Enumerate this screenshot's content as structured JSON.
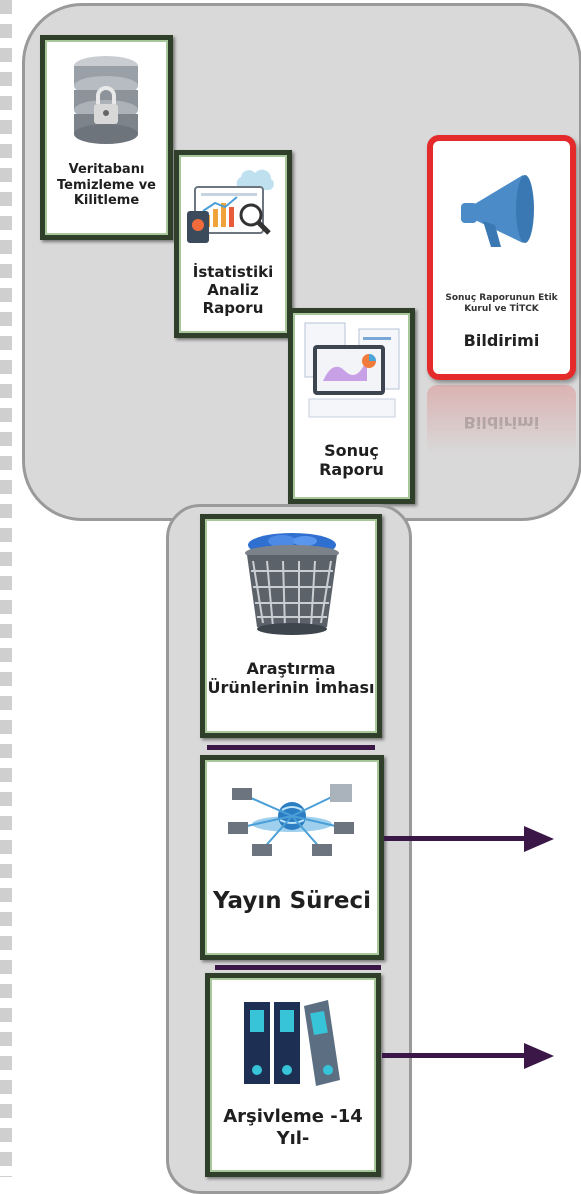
{
  "cards": {
    "database": {
      "label": "Veritabanı Temizleme ve Kilitleme",
      "icon": "database-lock-icon"
    },
    "statistics": {
      "label": "İstatistiki Analiz Raporu",
      "icon": "analytics-report-icon"
    },
    "result": {
      "label": "Sonuç Raporu",
      "icon": "report-documents-icon"
    },
    "notification": {
      "small_label": "Sonuç Raporunun Etik Kurul ve TİTCK",
      "big_label": "Bildirimi",
      "reflection": "Bildirimi",
      "icon": "megaphone-icon"
    },
    "destruction": {
      "label": "Araştırma Ürünlerinin İmhası",
      "icon": "trash-bin-icon"
    },
    "publication": {
      "label": "Yayın Süreci",
      "icon": "network-icon"
    },
    "archiving": {
      "label": "Arşivleme -14 Yıl-",
      "icon": "binders-icon"
    }
  },
  "colors": {
    "panel": "#d9d9d9",
    "card_border": "#2f3f2a",
    "accent_red": "#e42a2a",
    "arrow": "#3a1747"
  }
}
